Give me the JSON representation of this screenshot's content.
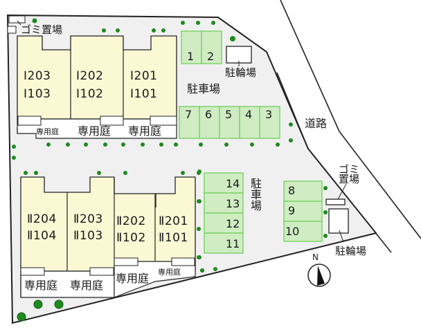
{
  "colors": {
    "site": "#f0f0f0",
    "building": "#fbf8d4",
    "parking_fill": "#cfecc2",
    "parking_border": "#7fd46a",
    "tree": "#1f8a1f",
    "line": "#222222"
  },
  "labels": {
    "garbage_top": "ゴミ置場",
    "garbage_right_1": "ゴミ",
    "garbage_right_2": "置場",
    "bicycle_top": "駐輪場",
    "bicycle_bottom": "駐輪場",
    "parking_top": "駐車場",
    "parking_mid": "駐車場",
    "road": "道路",
    "north": "N"
  },
  "building1": {
    "units": [
      {
        "upper": "Ⅰ203",
        "lower": "Ⅰ103",
        "garden": "専用庭"
      },
      {
        "upper": "Ⅰ202",
        "lower": "Ⅰ102",
        "garden": "専用庭"
      },
      {
        "upper": "Ⅰ201",
        "lower": "Ⅰ101",
        "garden": "専用庭"
      }
    ]
  },
  "building2": {
    "units": [
      {
        "upper": "Ⅱ204",
        "lower": "Ⅱ104",
        "garden": "専用庭"
      },
      {
        "upper": "Ⅱ203",
        "lower": "Ⅱ103",
        "garden": "専用庭"
      },
      {
        "upper": "Ⅱ202",
        "lower": "Ⅱ102",
        "garden": "専用庭"
      },
      {
        "upper": "Ⅱ201",
        "lower": "Ⅱ101",
        "garden": "専用庭"
      }
    ]
  },
  "parking": {
    "top_pair": [
      "1",
      "2"
    ],
    "top_row": [
      "7",
      "6",
      "5",
      "4",
      "3"
    ],
    "mid_column": [
      "14",
      "13",
      "12",
      "11"
    ],
    "right_column": [
      "8",
      "9",
      "10"
    ]
  }
}
